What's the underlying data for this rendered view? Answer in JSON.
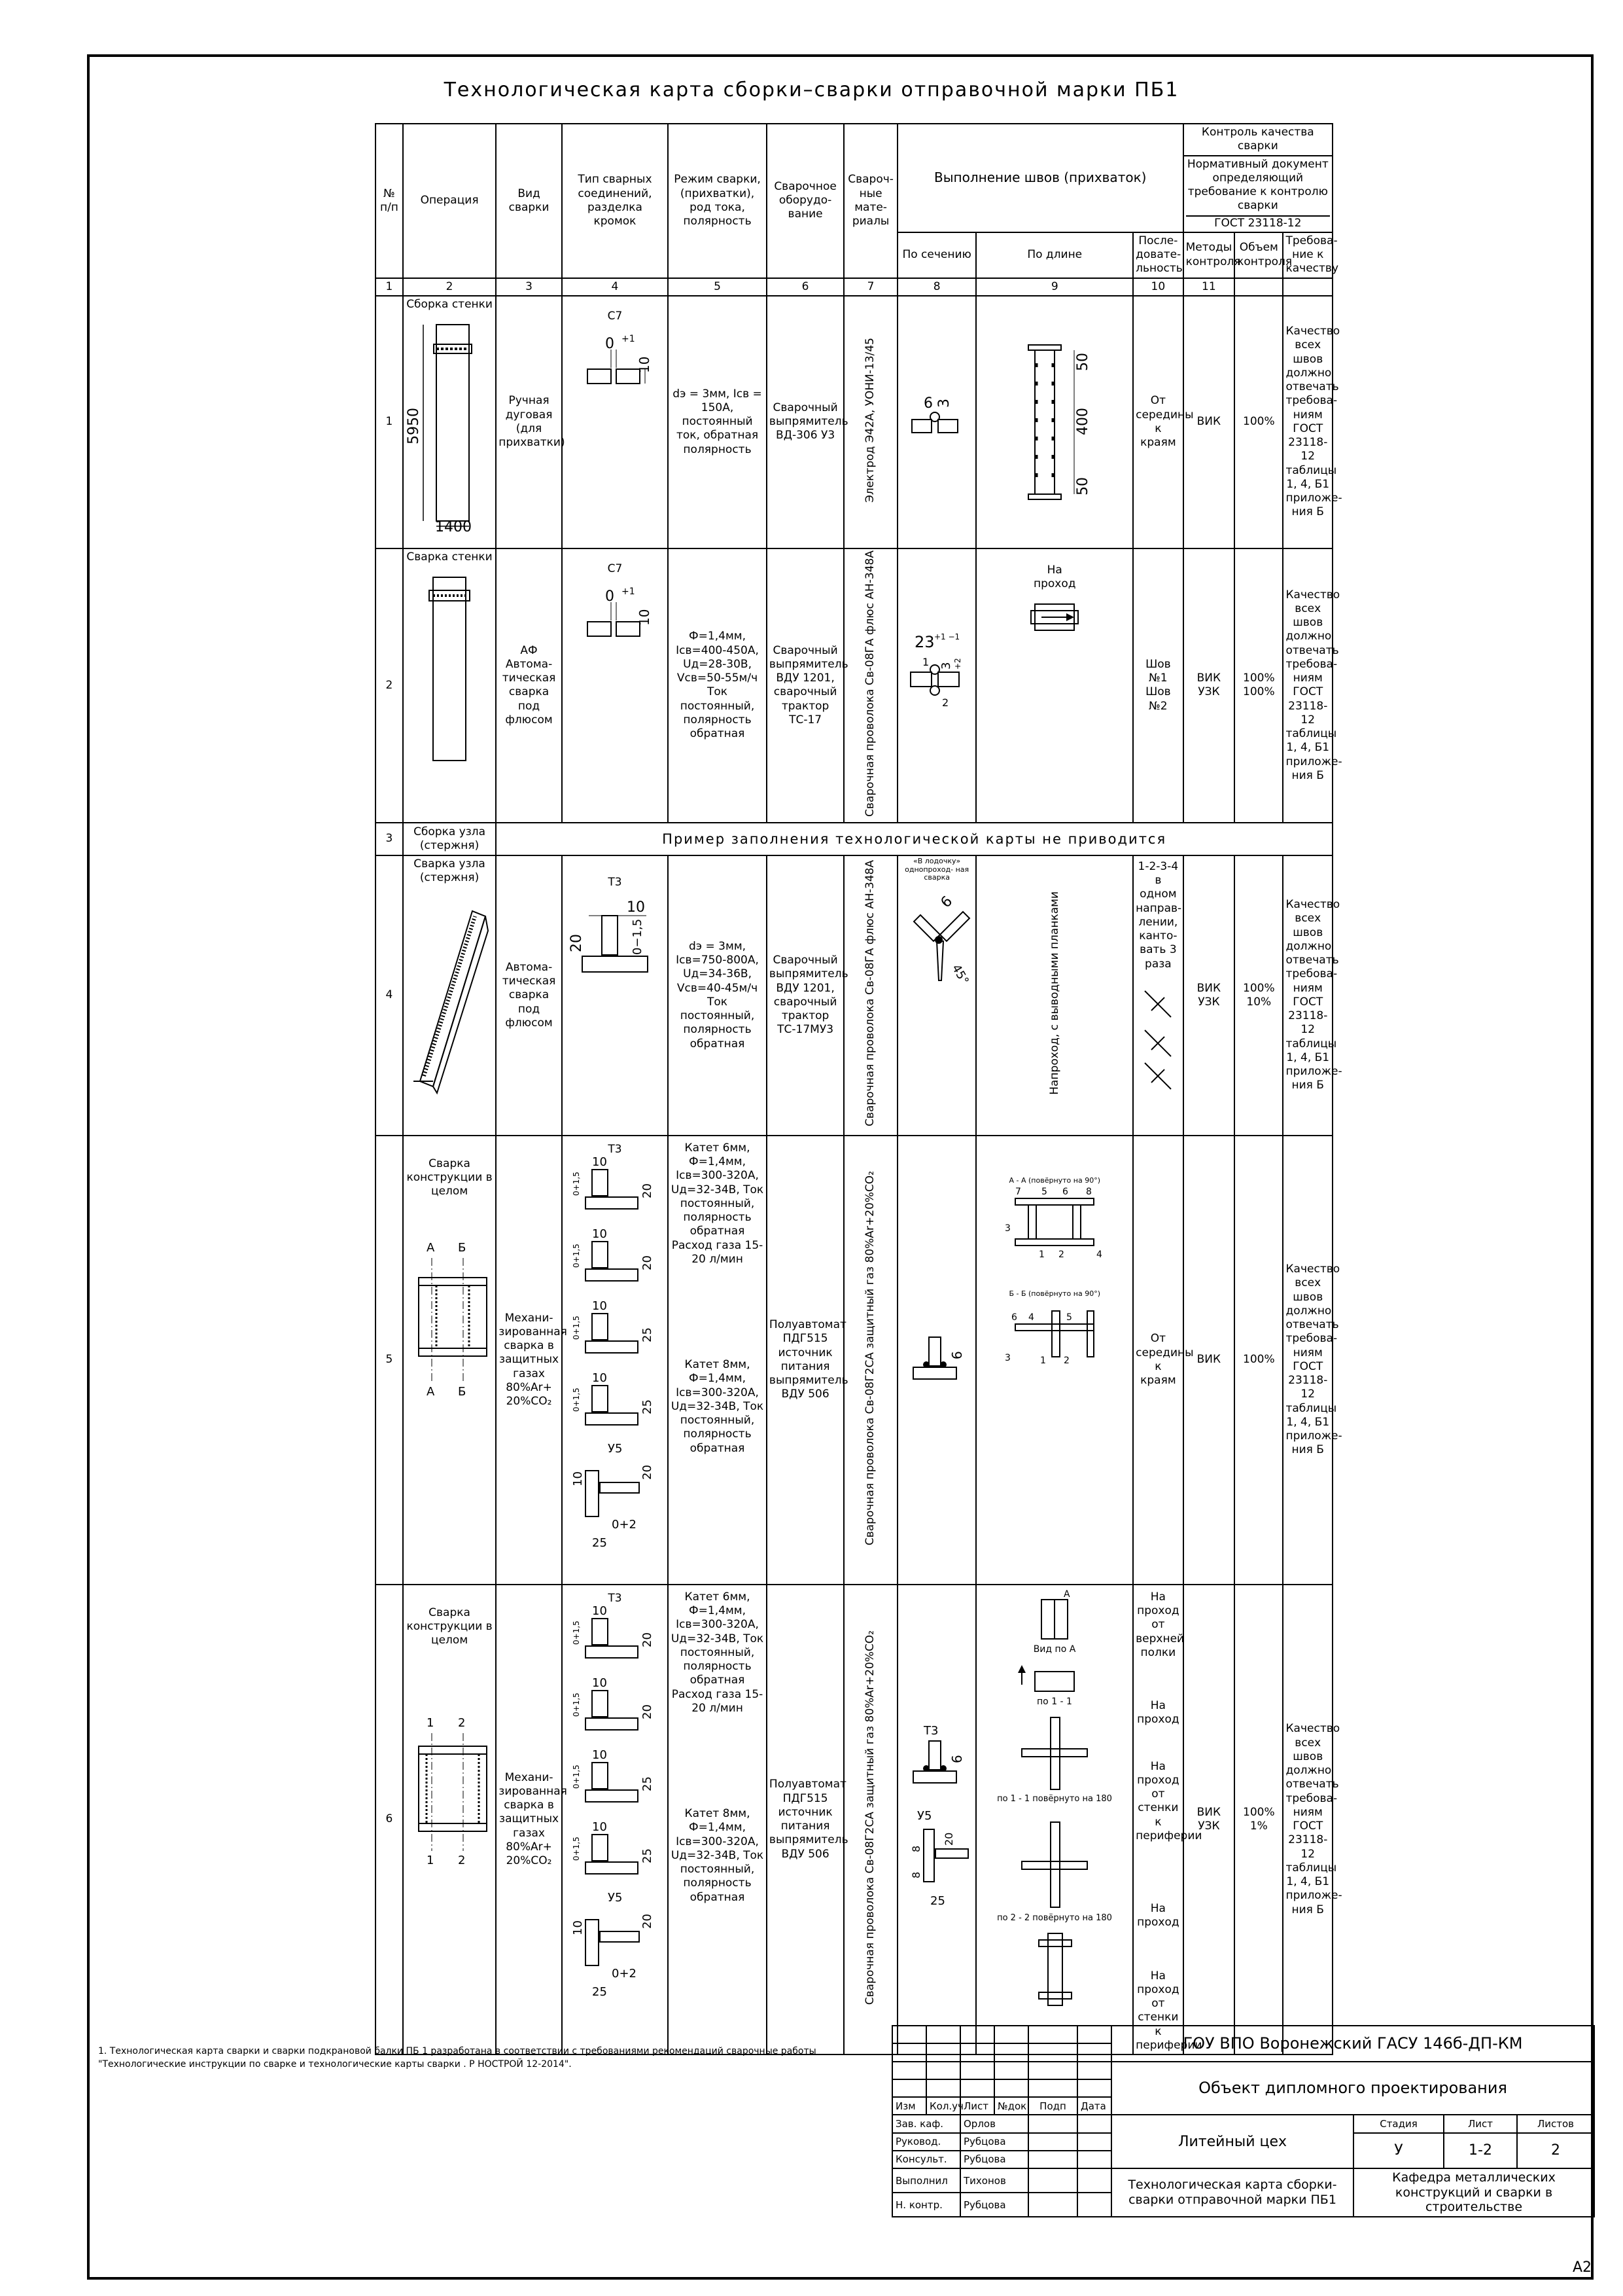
{
  "title": "Технологическая карта сборки–сварки отправочной марки ПБ1",
  "headers": {
    "num": "№ п/п",
    "operation": "Операция",
    "weld_type": "Вид сварки",
    "joint_type": "Тип сварных соединений, разделка кромок",
    "mode": "Режим сварки, (прихватки), род тока, полярность",
    "equipment": "Сварочное оборудо- вание",
    "materials": "Свароч- ные мате- риалы",
    "execution": "Выполнение швов (прихваток)",
    "by_section": "По сечению",
    "by_length": "По длине",
    "sequence": "После- доватe- льность",
    "quality_control": "Контроль качества сварки",
    "norm_doc": "Нормативный документ определяющий требование к контролю сварки",
    "gost": "ГОСТ 23118-12",
    "methods": "Методы контроля",
    "volume": "Объем контроля",
    "requirements": "Требова- ние к качеству"
  },
  "col_numbers": [
    "1",
    "2",
    "3",
    "4",
    "5",
    "6",
    "7",
    "8",
    "9",
    "10",
    "11"
  ],
  "rows": [
    {
      "num": "1",
      "operation": "Сборка стенки",
      "dims": {
        "height": "5950",
        "width": "1400"
      },
      "weld_type": "Ручная дуговая (для прихватки)",
      "joint": "С7",
      "joint_dims": {
        "gap": "0",
        "gap_tol": "+1",
        "thick": "10"
      },
      "mode": "dэ = 3мм, Iсв = 150А, постоянный ток, обратная полярность",
      "equipment": "Сварочный выпрямитель ВД-306 У3",
      "materials": "Электрод Э42А, УОНИ-13/45",
      "section_dims": {
        "a": "6",
        "b": "3"
      },
      "length_dims": {
        "a": "50",
        "b": "400",
        "c": "50"
      },
      "sequence": "От середины к краям",
      "methods": "ВИК",
      "volume": "100%"
    },
    {
      "num": "2",
      "operation": "Сварка стенки",
      "weld_type": "АФ Автома- тическая сварка под флюсом",
      "joint": "С7",
      "joint_dims": {
        "gap": "0",
        "gap_tol": "+1",
        "thick": "10"
      },
      "mode": "Ф=1,4мм, Iсв=400-450А, Uд=28-30В, Vсв=50-55м/ч Ток постоянный, полярность обратная",
      "equipment": "Сварочный выпрямитель ВДУ 1201, сварочный трактор ТС-17",
      "materials": "Сварочная проволока Св-08ГА флюс АН-348А",
      "section_dims": {
        "a": "23",
        "tol": "+1 −1",
        "b": "3",
        "c": "+2",
        "n1": "1",
        "n2": "2"
      },
      "length_text": "На проход",
      "sequence": "Шов №1 Шов №2",
      "methods": "ВИК УЗК",
      "volume": "100% 100%"
    },
    {
      "num": "3",
      "operation": "Сборка узла (стержня)",
      "merged_text": "Пример заполнения технологической карты не приводится"
    },
    {
      "num": "4",
      "operation": "Сварка узла (стержня)",
      "weld_type": "Автома- тическая сварка под флюсом",
      "joint": "Т3",
      "joint_dims": {
        "a": "10",
        "b": "20",
        "c": "0−1,5"
      },
      "mode": "dэ = 3мм, Iсв=750-800А, Uд=34-36В, Vсв=40-45м/ч Ток постоянный, полярность обратная",
      "equipment": "Сварочный выпрямитель ВДУ 1201, сварочный трактор ТС-17МУ3",
      "materials": "Сварочная проволока Св-08ГА флюс АН-348А",
      "section_text": "«В лодочку» однопроход- ная сварка",
      "section_dims": {
        "a": "6",
        "angle": "45°"
      },
      "length_text": "Напроход, с выводными планками",
      "sequence": "1-2-3-4 в одном направ- лении, канто- вать 3 раза",
      "methods": "ВИК УЗК",
      "volume": "100% 10%"
    },
    {
      "num": "5",
      "operation": "Сварка конструкции в целом",
      "section_marks": {
        "a": "А",
        "b": "Б"
      },
      "weld_type": "Механи- зированная сварка в защитных газах 80%Ar+ 20%CO₂",
      "joints": [
        "Т3",
        "У5"
      ],
      "joint_dims": [
        "10",
        "20",
        "10",
        "20",
        "10",
        "25",
        "10",
        "25",
        "10",
        "20",
        "25"
      ],
      "joint_tol": "0+1,5",
      "joint_tol2": "0+2",
      "mode1": "Катет 6мм, Ф=1,4мм, Iсв=300-320А, Uд=32-34В, Ток постоянный, полярность обратная Расход газа 15-20 л/мин",
      "mode2": "Катет 8мм, Ф=1,4мм, Iсв=300-320А, Uд=32-34В, Ток постоянный, полярность обратная",
      "equipment": "Полуавтомат ПДГ515 источник питания выпрямитель ВДУ 506",
      "materials": "Сварочная проволока Св-08Г2СА защитный газ 80%Ar+20%CO₂",
      "section_dims": {
        "a": "6"
      },
      "views": [
        "А - А (повёрнуто на 90°)",
        "Б - Б (повёрнуто на 90°)"
      ],
      "view_nums": [
        "7",
        "5",
        "6",
        "8",
        "3",
        "1",
        "2",
        "4",
        "6",
        "4",
        "5",
        "3",
        "1",
        "2"
      ],
      "sequence": "От середины к краям",
      "methods": "ВИК",
      "volume": "100%"
    },
    {
      "num": "6",
      "operation": "Сварка конструкции в целом",
      "section_marks": {
        "a": "1",
        "b": "2"
      },
      "weld_type": "Механи- зированная сварка в защитных газах 80%Ar+ 20%CO₂",
      "joints": [
        "Т3",
        "У5"
      ],
      "joint_dims": [
        "10",
        "20",
        "10",
        "20",
        "10",
        "25",
        "10",
        "25",
        "10",
        "20",
        "25"
      ],
      "joint_tol": "0+1,5",
      "joint_tol2": "0+2",
      "mode1": "Катет 6мм, Ф=1,4мм, Iсв=300-320А, Uд=32-34В, Ток постоянный, полярность обратная Расход газа 15-20 л/мин",
      "mode2": "Катет 8мм, Ф=1,4мм, Iсв=300-320А, Uд=32-34В, Ток постоянный, полярность обратная",
      "equipment": "Полуавтомат ПДГ515 источник питания выпрямитель ВДУ 506",
      "materials": "Сварочная проволока Св-08Г2СА защитный газ 80%Ar+20%CO₂",
      "section_labels": [
        "Т3",
        "У5"
      ],
      "section_dims": {
        "a": "6",
        "b": "8",
        "c": "20",
        "d": "8",
        "e": "25"
      },
      "views": [
        "А",
        "Вид по А",
        "по 1 - 1",
        "по 1 - 1 повёрнуто на 180",
        "по 2 - 2 повёрнуто на 180"
      ],
      "sequence": [
        "На проход от верхней полки",
        "На проход",
        "На проход от стенки к периферии",
        "На проход",
        "На проход от стенки к периферии"
      ],
      "methods": "ВИК УЗК",
      "volume": "100% 1%"
    }
  ],
  "quality_requirement": "Качество всех швов должно отвечать требова- ниям ГОСТ 23118-12 таблицы 1, 4, Б1 приложе- ния Б",
  "note": "1. Технологическая карта сварки и сварки подкрановой балки ПБ 1 разработана в соответствии с требованиями рекомендаций сварочные работы \"Технологические инструкции по сварке и технологические карты сварки . Р НОСТРОЙ 12-2014\".",
  "stamp": {
    "code": "ГОУ ВПО Воронежский ГАСУ 146б-ДП-КМ",
    "object": "Объект дипломного проектирования",
    "building": "Литейный цех",
    "drawing": "Технологическая карта сборки-сварки отправочной марки ПБ1",
    "org": "Кафедра металлических конструкций и сварки в строительстве",
    "col_heads": [
      "Изм",
      "Кол.уч",
      "Лист",
      "№док",
      "Подп",
      "Дата"
    ],
    "roles": [
      "Зав. каф.",
      "Руковод.",
      "Консульт.",
      "Выполнил",
      "Н. контр."
    ],
    "names": [
      "Орлов",
      "Рубцова",
      "Рубцова",
      "Тихонов",
      "Рубцова"
    ],
    "stage_head": "Стадия",
    "sheet_head": "Лист",
    "sheets_head": "Листов",
    "stage": "У",
    "sheet": "1-2",
    "sheets": "2"
  },
  "format": "А2"
}
